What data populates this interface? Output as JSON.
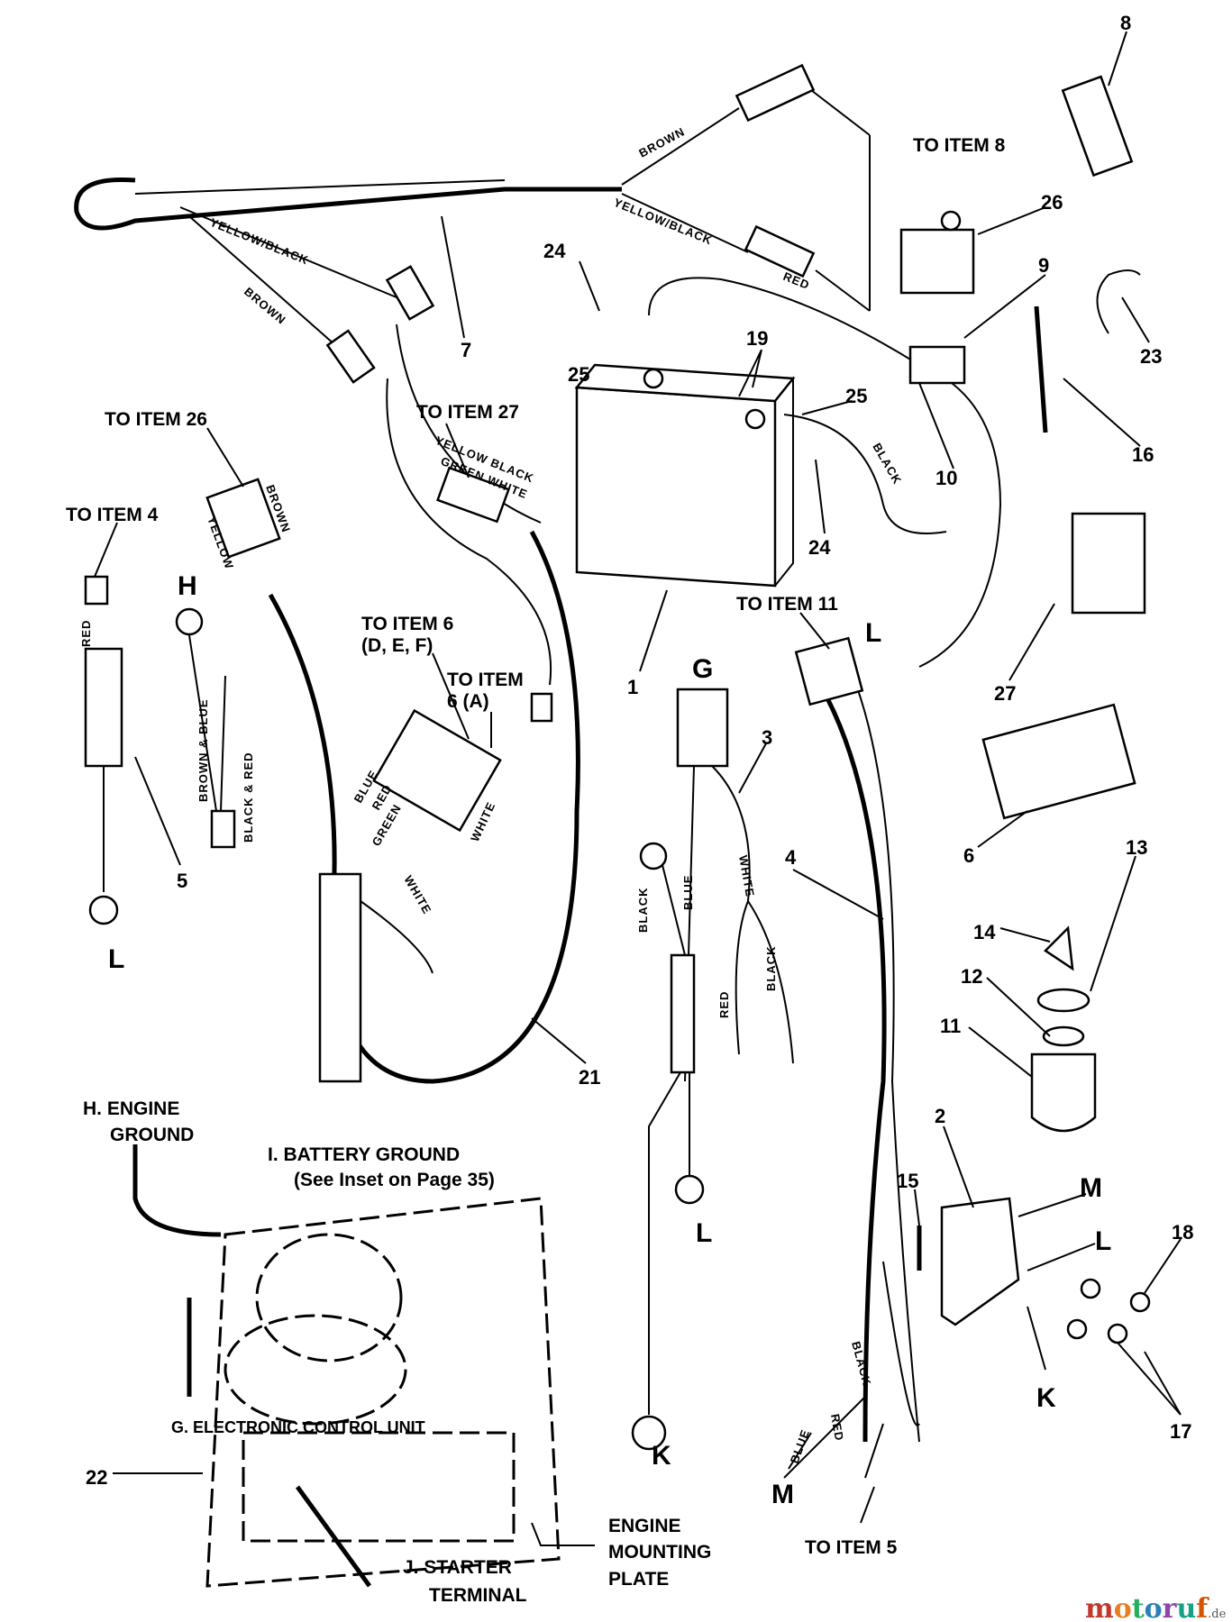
{
  "callouts": {
    "n8": "8",
    "to_item_8": "TO ITEM 8",
    "n26": "26",
    "n9": "9",
    "n23": "23",
    "n16": "16",
    "n24a": "24",
    "n19": "19",
    "n25a": "25",
    "n25b": "25",
    "n10": "10",
    "n24b": "24",
    "n7": "7",
    "to_item_26": "TO ITEM 26",
    "to_item_27": "TO ITEM 27",
    "to_item_4": "TO ITEM 4",
    "H": "H",
    "to_item_6_def_1": "TO ITEM 6",
    "to_item_6_def_2": "(D, E, F)",
    "to_item_6_a_1": "TO ITEM",
    "to_item_6_a_2": "6 (A)",
    "to_item_11": "TO ITEM 11",
    "L1": "L",
    "G": "G",
    "n3": "3",
    "n1": "1",
    "n27": "27",
    "n4": "4",
    "n6": "6",
    "n13": "13",
    "n14": "14",
    "n12": "12",
    "n11": "11",
    "n5": "5",
    "L2": "L",
    "n21": "21",
    "L3": "L",
    "K1": "K",
    "n2": "2",
    "M1": "M",
    "L4": "L",
    "n15": "15",
    "n18": "18",
    "K2": "K",
    "n17": "17",
    "M2": "M",
    "to_item_5": "TO ITEM 5",
    "n22": "22"
  },
  "captions": {
    "engine_ground_1": "H. ENGINE",
    "engine_ground_2": "GROUND",
    "battery_ground_1": "I. BATTERY GROUND",
    "battery_ground_2": "(See Inset on Page 35)",
    "ecu": "G.  ELECTRONIC CONTROL UNIT",
    "mounting_1": "ENGINE",
    "mounting_2": "MOUNTING",
    "mounting_3": "PLATE",
    "starter_1": "J. STARTER",
    "starter_2": "TERMINAL"
  },
  "wires": {
    "brown_top": "BROWN",
    "yb_top": "YELLOW/BLACK",
    "yb_left": "YELLOW/BLACK",
    "brown_left": "BROWN",
    "red_top": "RED",
    "black_bat": "BLACK",
    "yb_27": "YELLOW BLACK",
    "gw_27": "GREEN WHITE",
    "yellow_26": "YELLOW",
    "brown_26": "BROWN",
    "red_4": "RED",
    "brown_blue": "BROWN & BLUE",
    "black_red": "BLACK & RED",
    "blue_6": "BLUE",
    "red_6": "RED",
    "green_6": "GREEN",
    "white_6a": "WHITE",
    "white_harness": "WHITE",
    "black_3": "BLACK",
    "blue_3": "BLUE",
    "white_3": "WHITE",
    "red_3": "RED",
    "black_3b": "BLACK",
    "black_4": "BLACK",
    "blue_m": "BLUE",
    "red_5": "RED"
  },
  "watermark": {
    "name": "motoruf",
    "tld": ".de"
  },
  "colors": {
    "line": "#000000",
    "background": "#ffffff"
  }
}
